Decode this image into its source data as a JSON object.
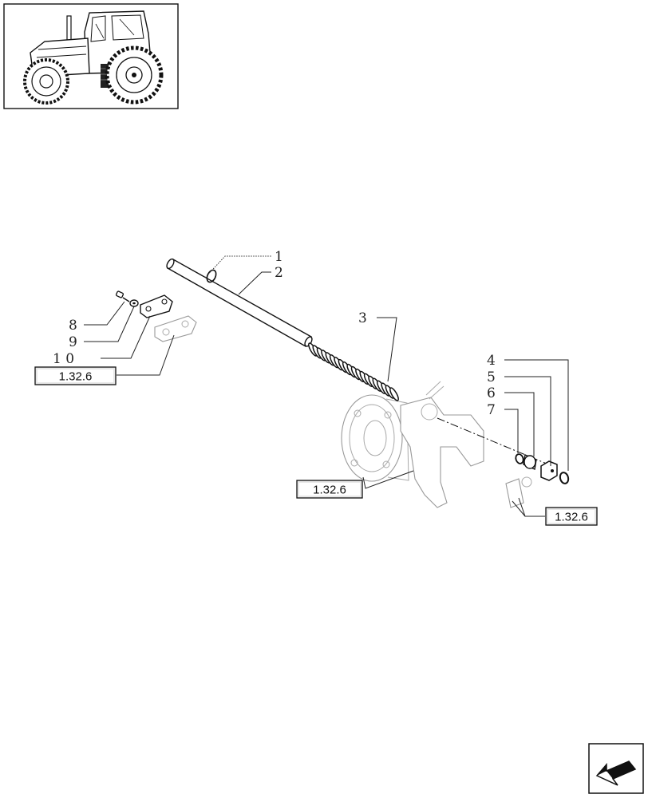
{
  "callouts": [
    {
      "id": "1",
      "label": "1"
    },
    {
      "id": "2",
      "label": "2"
    },
    {
      "id": "3",
      "label": "3"
    },
    {
      "id": "4",
      "label": "4"
    },
    {
      "id": "5",
      "label": "5"
    },
    {
      "id": "6",
      "label": "6"
    },
    {
      "id": "7",
      "label": "7"
    },
    {
      "id": "8",
      "label": "8"
    },
    {
      "id": "9",
      "label": "9"
    },
    {
      "id": "10",
      "label": "1 0"
    }
  ],
  "references": [
    {
      "id": "ref-left",
      "label": "1.32.6"
    },
    {
      "id": "ref-center",
      "label": "1.32.6"
    },
    {
      "id": "ref-right",
      "label": "1.32.6"
    }
  ],
  "icons": {
    "thumbnail": "tractor-thumbnail-icon",
    "navigation": "next-page-arrow-icon"
  }
}
